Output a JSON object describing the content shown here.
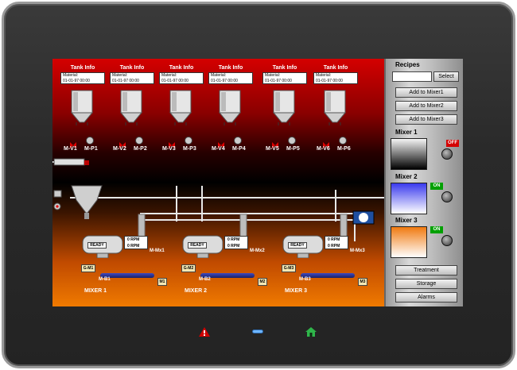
{
  "tanks": [
    {
      "title": "Tank Info",
      "material_label": "Material:",
      "date": "01-01-97 00:00",
      "valve": "M-V1",
      "pump": "M-P1"
    },
    {
      "title": "Tank Info",
      "material_label": "Material:",
      "date": "01-01-97 00:00",
      "valve": "M-V2",
      "pump": "M-P2"
    },
    {
      "title": "Tank Info",
      "material_label": "Material:",
      "date": "01-01-97 00:00",
      "valve": "M-V3",
      "pump": "M-P3"
    },
    {
      "title": "Tank Info",
      "material_label": "Material:",
      "date": "01-01-97 00:00",
      "valve": "M-V4",
      "pump": "M-P4"
    },
    {
      "title": "Tank Info",
      "material_label": "Material:",
      "date": "01-01-97 00:00",
      "valve": "M-V5",
      "pump": "M-P5"
    },
    {
      "title": "Tank Info",
      "material_label": "Material:",
      "date": "01-01-97 00:00",
      "valve": "M-V6",
      "pump": "M-P6"
    }
  ],
  "mixers": [
    {
      "name": "MIXER 1",
      "status": "READY",
      "rpm1": "0 RPM",
      "rpm2": "0 RPM",
      "motor": "M-Mx1",
      "gate": "G-M1",
      "belt": "M-B1",
      "out": "M1"
    },
    {
      "name": "MIXER 2",
      "status": "READY",
      "rpm1": "0 RPM",
      "rpm2": "0 RPM",
      "motor": "M-Mx2",
      "gate": "G-M2",
      "belt": "M-B2",
      "out": "M2"
    },
    {
      "name": "MIXER 3",
      "status": "READY",
      "rpm1": "0 RPM",
      "rpm2": "0 RPM",
      "motor": "M-Mx3",
      "gate": "G-M3",
      "belt": "M-B3",
      "out": "M3"
    }
  ],
  "panel": {
    "recipes_label": "Recipes",
    "select_label": "Select",
    "add_buttons": [
      "Add to Mixer1",
      "Add to Mixer2",
      "Add to Mixer3"
    ],
    "mixer_sections": [
      {
        "label": "Mixer 1",
        "state": "OFF",
        "state_color": "#d40000",
        "swatch": "#000000"
      },
      {
        "label": "Mixer 2",
        "state": "ON",
        "state_color": "#00a000",
        "swatch": "#3a3aee"
      },
      {
        "label": "Mixer 3",
        "state": "ON",
        "state_color": "#00a000",
        "swatch": "#f07a10"
      }
    ],
    "bottom_buttons": [
      "Treatment",
      "Storage",
      "Alarms"
    ]
  },
  "leds": {
    "alarm": "warning-icon",
    "status": "status-bar-icon",
    "home": "home-icon"
  }
}
